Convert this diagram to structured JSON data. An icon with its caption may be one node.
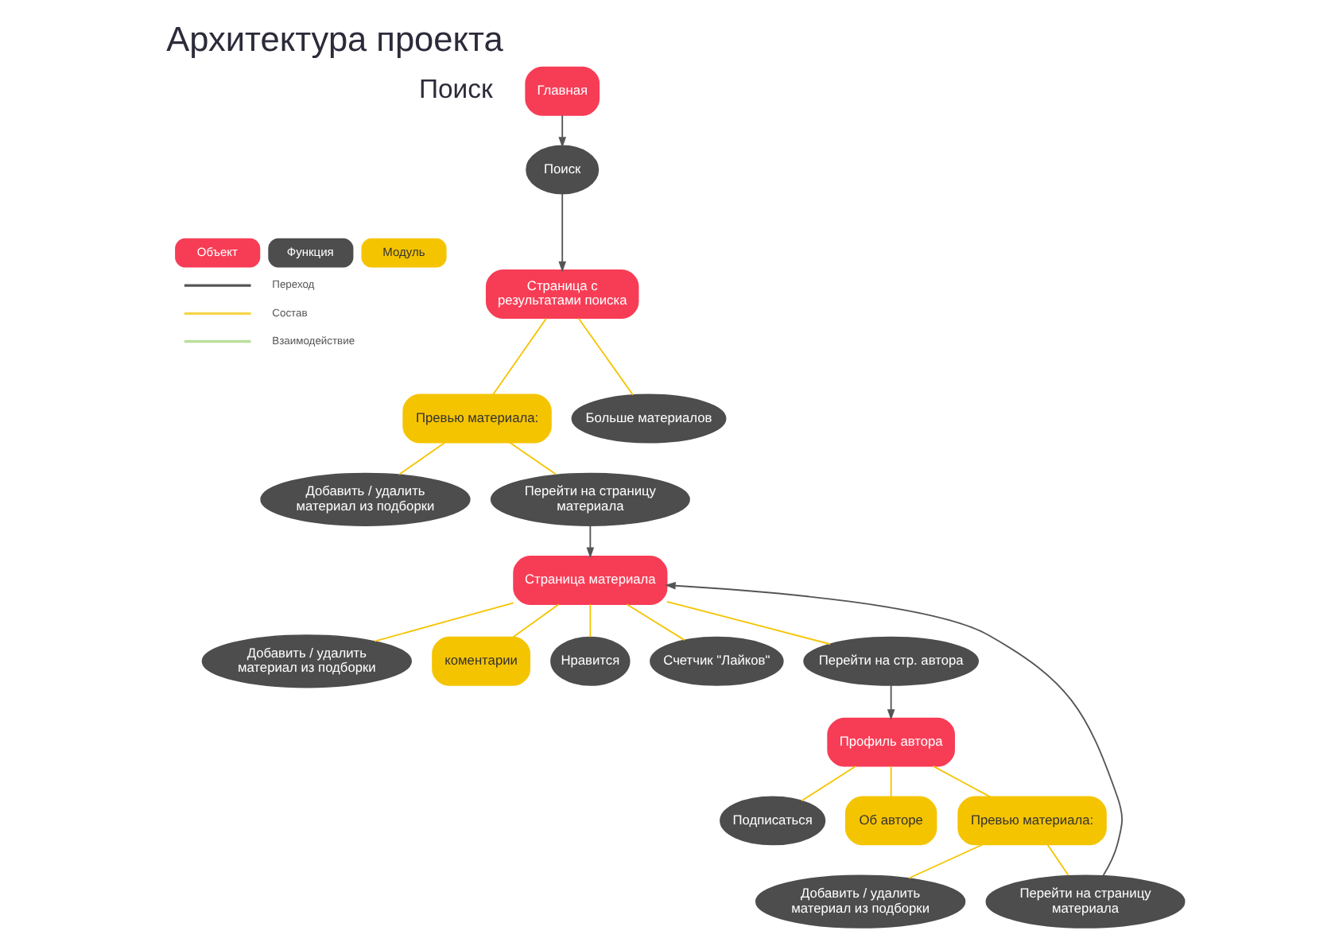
{
  "diagram": {
    "title": "Архитектура проекта",
    "nodes": [
      {
        "text": [
          "Главная"
        ]
      },
      {
        "text": [
          "Поиск"
        ]
      },
      {
        "text": [
          "Страница с результатами поиска"
        ]
      },
      {
        "text": [
          "Превью материала:"
        ]
      },
      {
        "text": [
          "Больше материалов"
        ]
      },
      {
        "text": [
          "Добавить / удалить материал из подборки"
        ]
      },
      {
        "text": [
          "Перейти на страницу материала"
        ]
      },
      {
        "text": [
          "Страница материала"
        ]
      },
      {
        "text": [
          "Добавить / удалить материал из подборки"
        ]
      },
      {
        "text": [
          "коментарии"
        ]
      },
      {
        "text": [
          "Нравится"
        ]
      },
      {
        "text": [
          "Счетчик \"Лайков\""
        ]
      },
      {
        "text": [
          "Перейти на стр. автора"
        ]
      },
      {
        "text": [
          "Профиль автора"
        ]
      },
      {
        "text": [
          "Подписаться"
        ]
      },
      {
        "text": [
          "Об авторе"
        ]
      },
      {
        "text": [
          "Превью материала:"
        ]
      },
      {
        "text": [
          "Добавить / удалить материал из подборки"
        ]
      },
      {
        "text": [
          "Перейти на страницу материала"
        ]
      }
    ],
    "edges": [
      {
        "from": 0,
        "to": 1,
        "arrow": "to",
        "color": "#555555"
      },
      {
        "from": 1,
        "to": 2,
        "arrow": "to",
        "color": "#555555"
      },
      {
        "from": 2,
        "to": 3,
        "arrow": "none"
      },
      {
        "from": 2,
        "to": 4,
        "arrow": "none"
      },
      {
        "from": 3,
        "to": 5,
        "arrow": "none"
      },
      {
        "from": 3,
        "to": 6,
        "arrow": "none"
      },
      {
        "from": 6,
        "to": 7,
        "arrow": "to",
        "color": "#555555"
      },
      {
        "from": 7,
        "to": 8,
        "arrow": "none"
      },
      {
        "from": 7,
        "to": 10,
        "arrow": "none"
      },
      {
        "from": 7,
        "to": 12,
        "arrow": "none"
      },
      {
        "from": 7,
        "to": 11,
        "arrow": "none"
      },
      {
        "from": 7,
        "to": 9,
        "arrow": "none"
      },
      {
        "from": 12,
        "to": 13,
        "arrow": "to",
        "color": "#555555"
      },
      {
        "from": 13,
        "to": 14,
        "arrow": "none"
      },
      {
        "from": 13,
        "to": 15,
        "arrow": "none"
      },
      {
        "from": 13,
        "to": 16,
        "arrow": "none"
      },
      {
        "from": 16,
        "to": 17,
        "arrow": "none"
      },
      {
        "from": 16,
        "to": 18,
        "arrow": "none"
      },
      {
        "from": 18,
        "to": 7,
        "arrow": "to",
        "color": "#555555"
      }
    ],
    "labels": [
      "Поиск"
    ],
    "legend": [
      {
        "text": "Объект",
        "color": "#f73d56"
      },
      {
        "text": "Функция",
        "color": "#4d4d4d"
      },
      {
        "text": "Модуль",
        "color": "#f5c400"
      },
      {
        "text": "Переход"
      },
      {
        "text": "Состав"
      },
      {
        "text": "Взаимодействие"
      }
    ]
  }
}
